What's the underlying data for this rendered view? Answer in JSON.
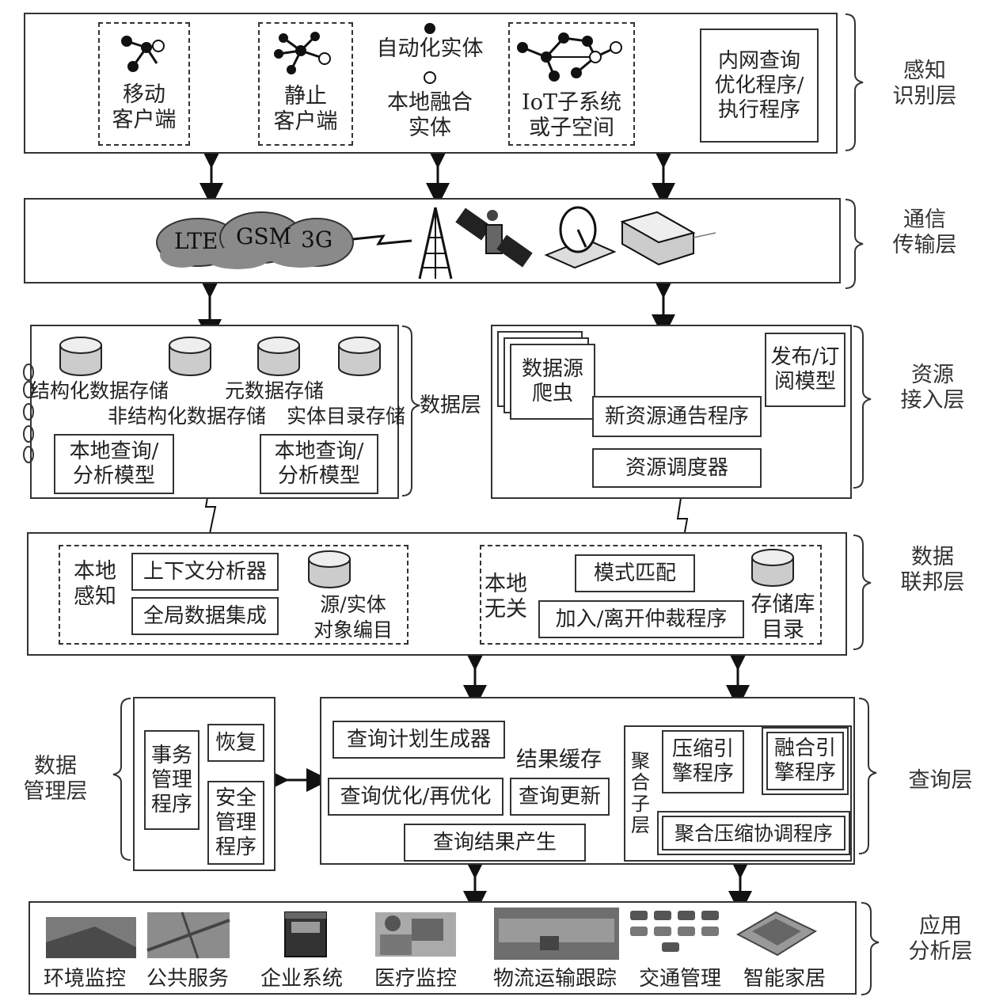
{
  "layers": {
    "sensing": "感知\n识别层",
    "comm": "通信\n传输层",
    "resource": "资源\n接入层",
    "federation": "数据\n联邦层",
    "query": "查询层",
    "mgmt": "数据\n管理层",
    "app": "应用\n分析层"
  },
  "sensing": {
    "mobile_client": "移动\n客户端",
    "static_client": "静止\n客户端",
    "auto_entity": "自动化实体",
    "local_fusion": "本地融合\n实体",
    "iot": "IoT子系统\n或子空间",
    "intranet": "内网查询\n优化程序/\n执行程序"
  },
  "comm": {
    "clouds": [
      "LTE",
      "GSM",
      "3G"
    ]
  },
  "data_layer": {
    "label": "数据层",
    "structured": "结构化数据存储",
    "meta": "元数据存储",
    "unstructured": "非结构化数据存储",
    "entity_dir": "实体目录存储",
    "local_query_1": "本地查询/\n分析模型",
    "local_query_2": "本地查询/\n分析模型"
  },
  "resource": {
    "crawler": "数据源\n爬虫",
    "pubsub": "发布/订\n阅模型",
    "new_res": "新资源通告程序",
    "scheduler": "资源调度器"
  },
  "federation": {
    "local_aware": "本地\n感知",
    "context": "上下文分析器",
    "global_int": "全局数据集成",
    "catalog": "源/实体\n对象编目",
    "local_indep": "本地\n无关",
    "pattern": "模式匹配",
    "join_leave": "加入/离开仲裁程序",
    "repo": "存储库\n目录"
  },
  "query": {
    "plan_gen": "查询计划生成器",
    "cache": "结果缓存",
    "optimize": "查询优化/再优化",
    "update": "查询更新",
    "result_gen": "查询结果产生",
    "agg_sub": "聚\n合\n子\n层",
    "compress_engine": "压缩引\n擎程序",
    "fusion_engine": "融合引\n擎程序",
    "agg_coord": "聚合压缩协调程序"
  },
  "mgmt": {
    "tx": "事务\n管理\n程序",
    "recover": "恢复",
    "security": "安全\n管理\n程序"
  },
  "apps": [
    "环境监控",
    "公共服务",
    "企业系统",
    "医疗监控",
    "物流运输跟踪",
    "交通管理",
    "智能家居"
  ]
}
